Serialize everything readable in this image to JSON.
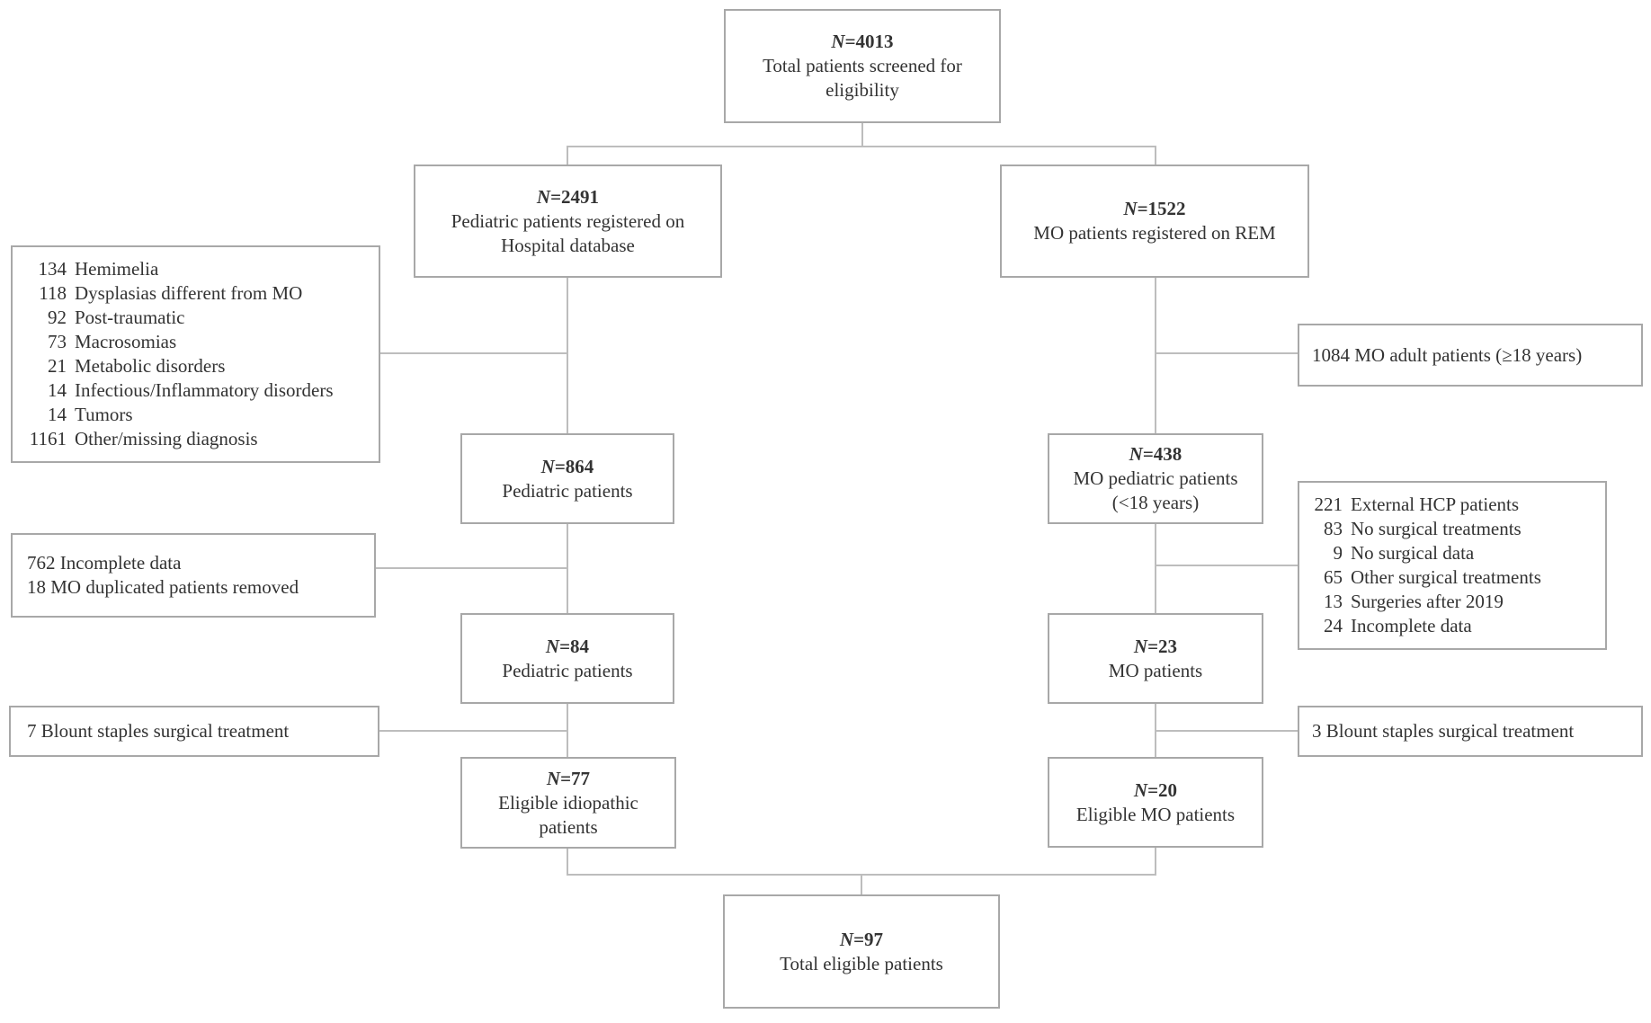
{
  "n_symbol": "N",
  "colors": {
    "line": "#bdbdbd",
    "border": "#a8a8a8",
    "text": "#333333",
    "background": "#ffffff"
  },
  "nodes": {
    "screened": {
      "n": "=4013",
      "lines": [
        "Total patients screened for",
        "eligibility"
      ]
    },
    "pediatric_registered": {
      "n": "=2491",
      "lines": [
        "Pediatric patients registered on",
        "Hospital database"
      ]
    },
    "mo_registered": {
      "n": "=1522",
      "lines": [
        "MO patients registered on REM"
      ]
    },
    "pediatric_864": {
      "n": "=864",
      "lines": [
        "Pediatric patients"
      ]
    },
    "mo_pediatric_438": {
      "n": "=438",
      "lines": [
        "MO pediatric patients",
        "(<18 years)"
      ]
    },
    "pediatric_84": {
      "n": "=84",
      "lines": [
        "Pediatric patients"
      ]
    },
    "mo_23": {
      "n": "=23",
      "lines": [
        "MO patients"
      ]
    },
    "eligible_idiopathic_77": {
      "n": "=77",
      "lines": [
        "Eligible idiopathic",
        "patients"
      ]
    },
    "eligible_mo_20": {
      "n": "=20",
      "lines": [
        "Eligible MO patients"
      ]
    },
    "total_eligible_97": {
      "n": "=97",
      "lines": [
        "Total eligible patients"
      ]
    }
  },
  "exclusions": {
    "left_diagnoses": {
      "items": [
        {
          "num": "134",
          "text": "Hemimelia"
        },
        {
          "num": "118",
          "text": "Dysplasias different from MO"
        },
        {
          "num": "92",
          "text": "Post-traumatic"
        },
        {
          "num": "73",
          "text": "Macrosomias"
        },
        {
          "num": "21",
          "text": "Metabolic disorders"
        },
        {
          "num": "14",
          "text": "Infectious/Inflammatory disorders"
        },
        {
          "num": "14",
          "text": "Tumors"
        },
        {
          "num": "1161",
          "text": "Other/missing diagnosis"
        }
      ]
    },
    "right_adults": {
      "text": "1084 MO adult patients (≥18 years)"
    },
    "right_surgical": {
      "items": [
        {
          "num": "221",
          "text": "External HCP patients"
        },
        {
          "num": "83",
          "text": "No surgical treatments"
        },
        {
          "num": "9",
          "text": "No surgical data"
        },
        {
          "num": "65",
          "text": "Other surgical treatments"
        },
        {
          "num": "13",
          "text": "Surgeries after 2019"
        },
        {
          "num": "24",
          "text": "Incomplete data"
        }
      ]
    },
    "left_incomplete": {
      "lines": [
        "762 Incomplete data",
        "18 MO duplicated patients removed"
      ]
    },
    "left_blount": {
      "text": "7 Blount staples surgical treatment"
    },
    "right_blount": {
      "text": "3 Blount staples surgical treatment"
    }
  }
}
